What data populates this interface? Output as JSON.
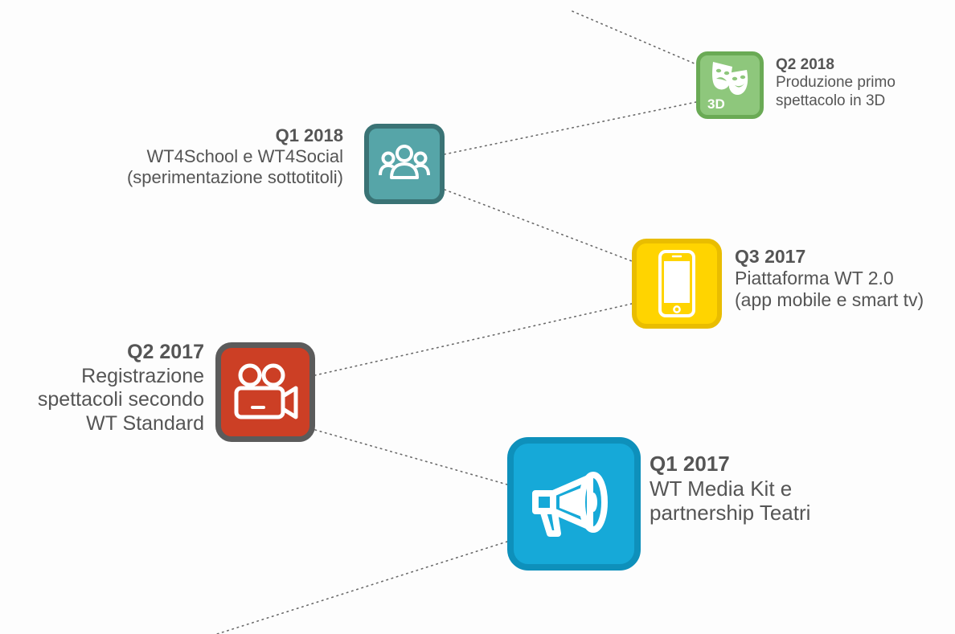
{
  "colors": {
    "line": "#6a6a6a",
    "q2_2018": {
      "fill": "#8ec77c",
      "border": "#6aaa55"
    },
    "q1_2018": {
      "fill": "#56a5a8",
      "border": "#3a7375"
    },
    "q3_2017": {
      "fill": "#ffd400",
      "border": "#e9bd00"
    },
    "q2_2017": {
      "fill": "#cc3f25",
      "border": "#5b5b5b"
    },
    "q1_2017": {
      "fill": "#16a9d8",
      "border": "#0e90bb"
    }
  },
  "milestones": [
    {
      "quarter": "Q2 2018",
      "lines": [
        "Produzione primo",
        "spettacolo in 3D"
      ],
      "icon": "theater-masks-3d-icon",
      "badge": "3D"
    },
    {
      "quarter": "Q1 2018",
      "lines": [
        "WT4School e WT4Social",
        "(sperimentazione sottotitoli)"
      ],
      "icon": "group-people-icon"
    },
    {
      "quarter": "Q3 2017",
      "lines": [
        "Piattaforma WT 2.0",
        "(app mobile e smart tv)"
      ],
      "icon": "smartphone-icon"
    },
    {
      "quarter": "Q2 2017",
      "lines": [
        "Registrazione",
        "spettacoli secondo",
        "WT Standard"
      ],
      "icon": "video-camera-icon"
    },
    {
      "quarter": "Q1 2017",
      "lines": [
        "WT Media Kit e",
        "partnership Teatri"
      ],
      "icon": "megaphone-icon"
    }
  ]
}
